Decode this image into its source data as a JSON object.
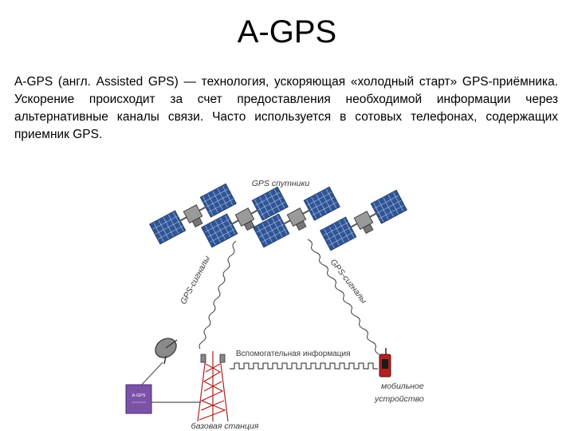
{
  "slide": {
    "title": "A-GPS",
    "paragraph": "A-GPS (англ. Assisted GPS) — технология, ускоряющая «холодный старт» GPS-приёмника. Ускорение происходит за счет предоставления необходимой информации через альтернативные каналы связи. Часто используется в сотовых телефонах, содержащих приемник GPS."
  },
  "diagram": {
    "satellites_label": "GPS спутники",
    "signals_left_label": "GPS-сигналы",
    "signals_right_label": "GPS-сигналы",
    "assist_info_label": "Вспомогательная информация",
    "mobile_label_line1": "мобильное",
    "mobile_label_line2": "устройство",
    "base_station_label": "базовая станция",
    "server_label": "A-GPS",
    "colors": {
      "panel": "#2f5597",
      "server": "#7b52a8",
      "phone": "#b22222",
      "line": "#555555"
    }
  }
}
